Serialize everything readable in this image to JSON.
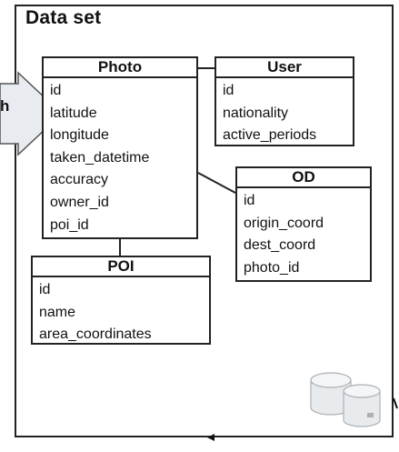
{
  "frame": {
    "title": "Data set"
  },
  "arrow_label": "h",
  "tables": {
    "photo": {
      "name": "Photo",
      "fields": [
        "id",
        "latitude",
        "longitude",
        "taken_datetime",
        "accuracy",
        "owner_id",
        "poi_id"
      ]
    },
    "user": {
      "name": "User",
      "fields": [
        "id",
        "nationality",
        "active_periods"
      ]
    },
    "od": {
      "name": "OD",
      "fields": [
        "id",
        "origin_coord",
        "dest_coord",
        "photo_id"
      ]
    },
    "poi": {
      "name": "POI",
      "fields": [
        "id",
        "name",
        "area_coordinates"
      ]
    }
  },
  "icons": {
    "database": "database-icon"
  }
}
